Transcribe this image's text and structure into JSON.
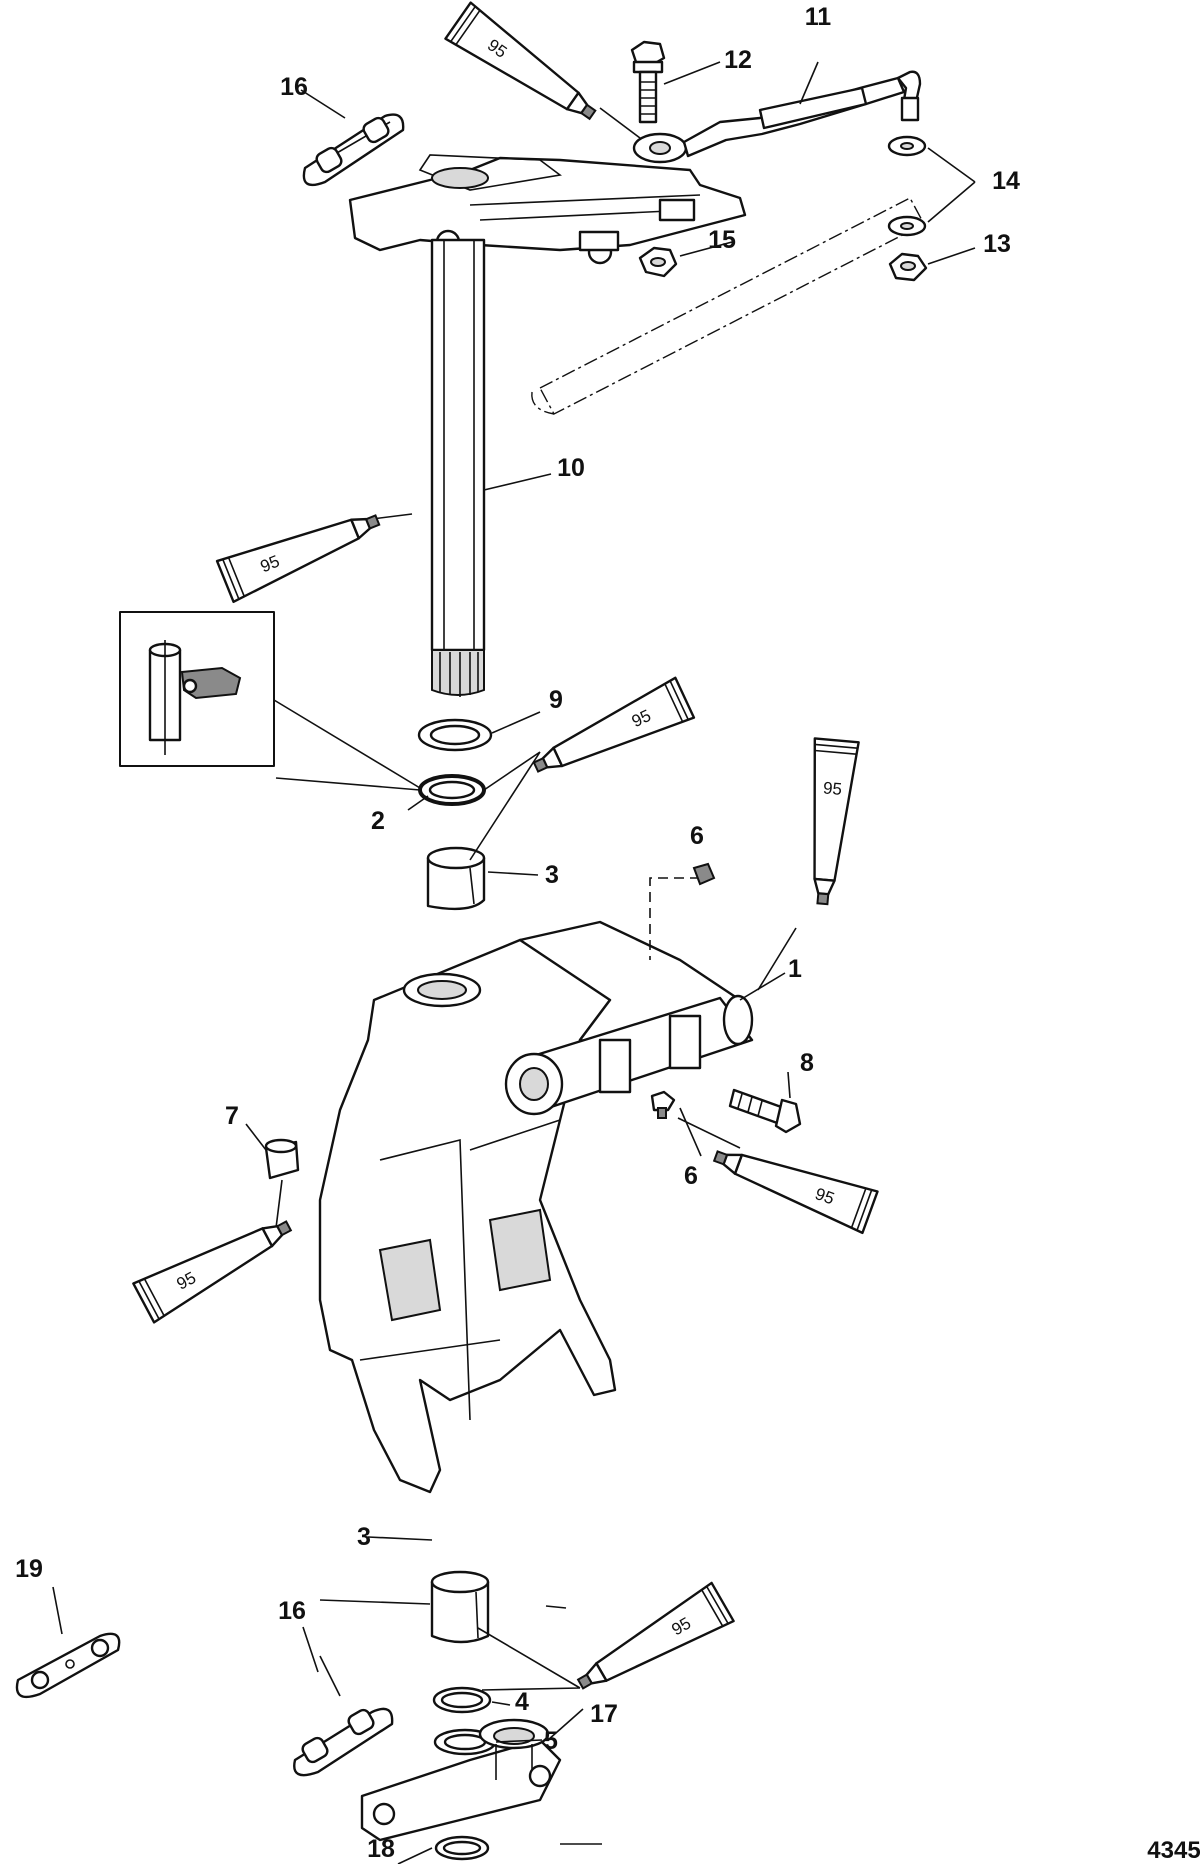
{
  "callouts": [
    {
      "id": "c1",
      "label": "1"
    },
    {
      "id": "c2",
      "label": "2"
    },
    {
      "id": "c3a",
      "label": "3"
    },
    {
      "id": "c3b",
      "label": "3"
    },
    {
      "id": "c4",
      "label": "4"
    },
    {
      "id": "c5",
      "label": "5"
    },
    {
      "id": "c6a",
      "label": "6"
    },
    {
      "id": "c6b",
      "label": "6"
    },
    {
      "id": "c7",
      "label": "7"
    },
    {
      "id": "c8",
      "label": "8"
    },
    {
      "id": "c9",
      "label": "9"
    },
    {
      "id": "c10",
      "label": "10"
    },
    {
      "id": "c11",
      "label": "11"
    },
    {
      "id": "c12",
      "label": "12"
    },
    {
      "id": "c13",
      "label": "13"
    },
    {
      "id": "c14",
      "label": "14"
    },
    {
      "id": "c15",
      "label": "15"
    },
    {
      "id": "c16a",
      "label": "16"
    },
    {
      "id": "c16b",
      "label": "16"
    },
    {
      "id": "c17",
      "label": "17"
    },
    {
      "id": "c18",
      "label": "18"
    },
    {
      "id": "c19",
      "label": "19"
    }
  ],
  "lubricant_tubes": [
    {
      "id": "t1",
      "label": "95"
    },
    {
      "id": "t2",
      "label": "95"
    },
    {
      "id": "t3",
      "label": "95"
    },
    {
      "id": "t4",
      "label": "95"
    },
    {
      "id": "t5",
      "label": "95"
    },
    {
      "id": "t6",
      "label": "95"
    },
    {
      "id": "t7",
      "label": "95"
    }
  ],
  "figure_number": "4345"
}
